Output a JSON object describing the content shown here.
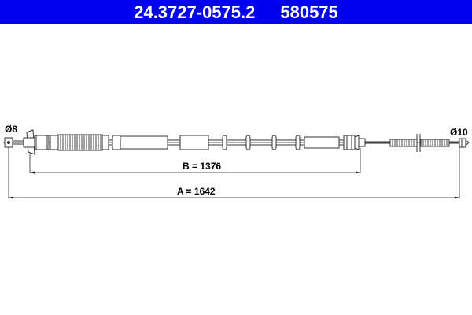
{
  "header": {
    "part_number": "24.3727-0575.2",
    "ref_number": "580575",
    "background": "#0000f0"
  },
  "drawing": {
    "left_end_label": "Ø8",
    "right_end_label": "Ø10",
    "dimension_b": "B = 1376",
    "dimension_a": "A = 1642"
  }
}
